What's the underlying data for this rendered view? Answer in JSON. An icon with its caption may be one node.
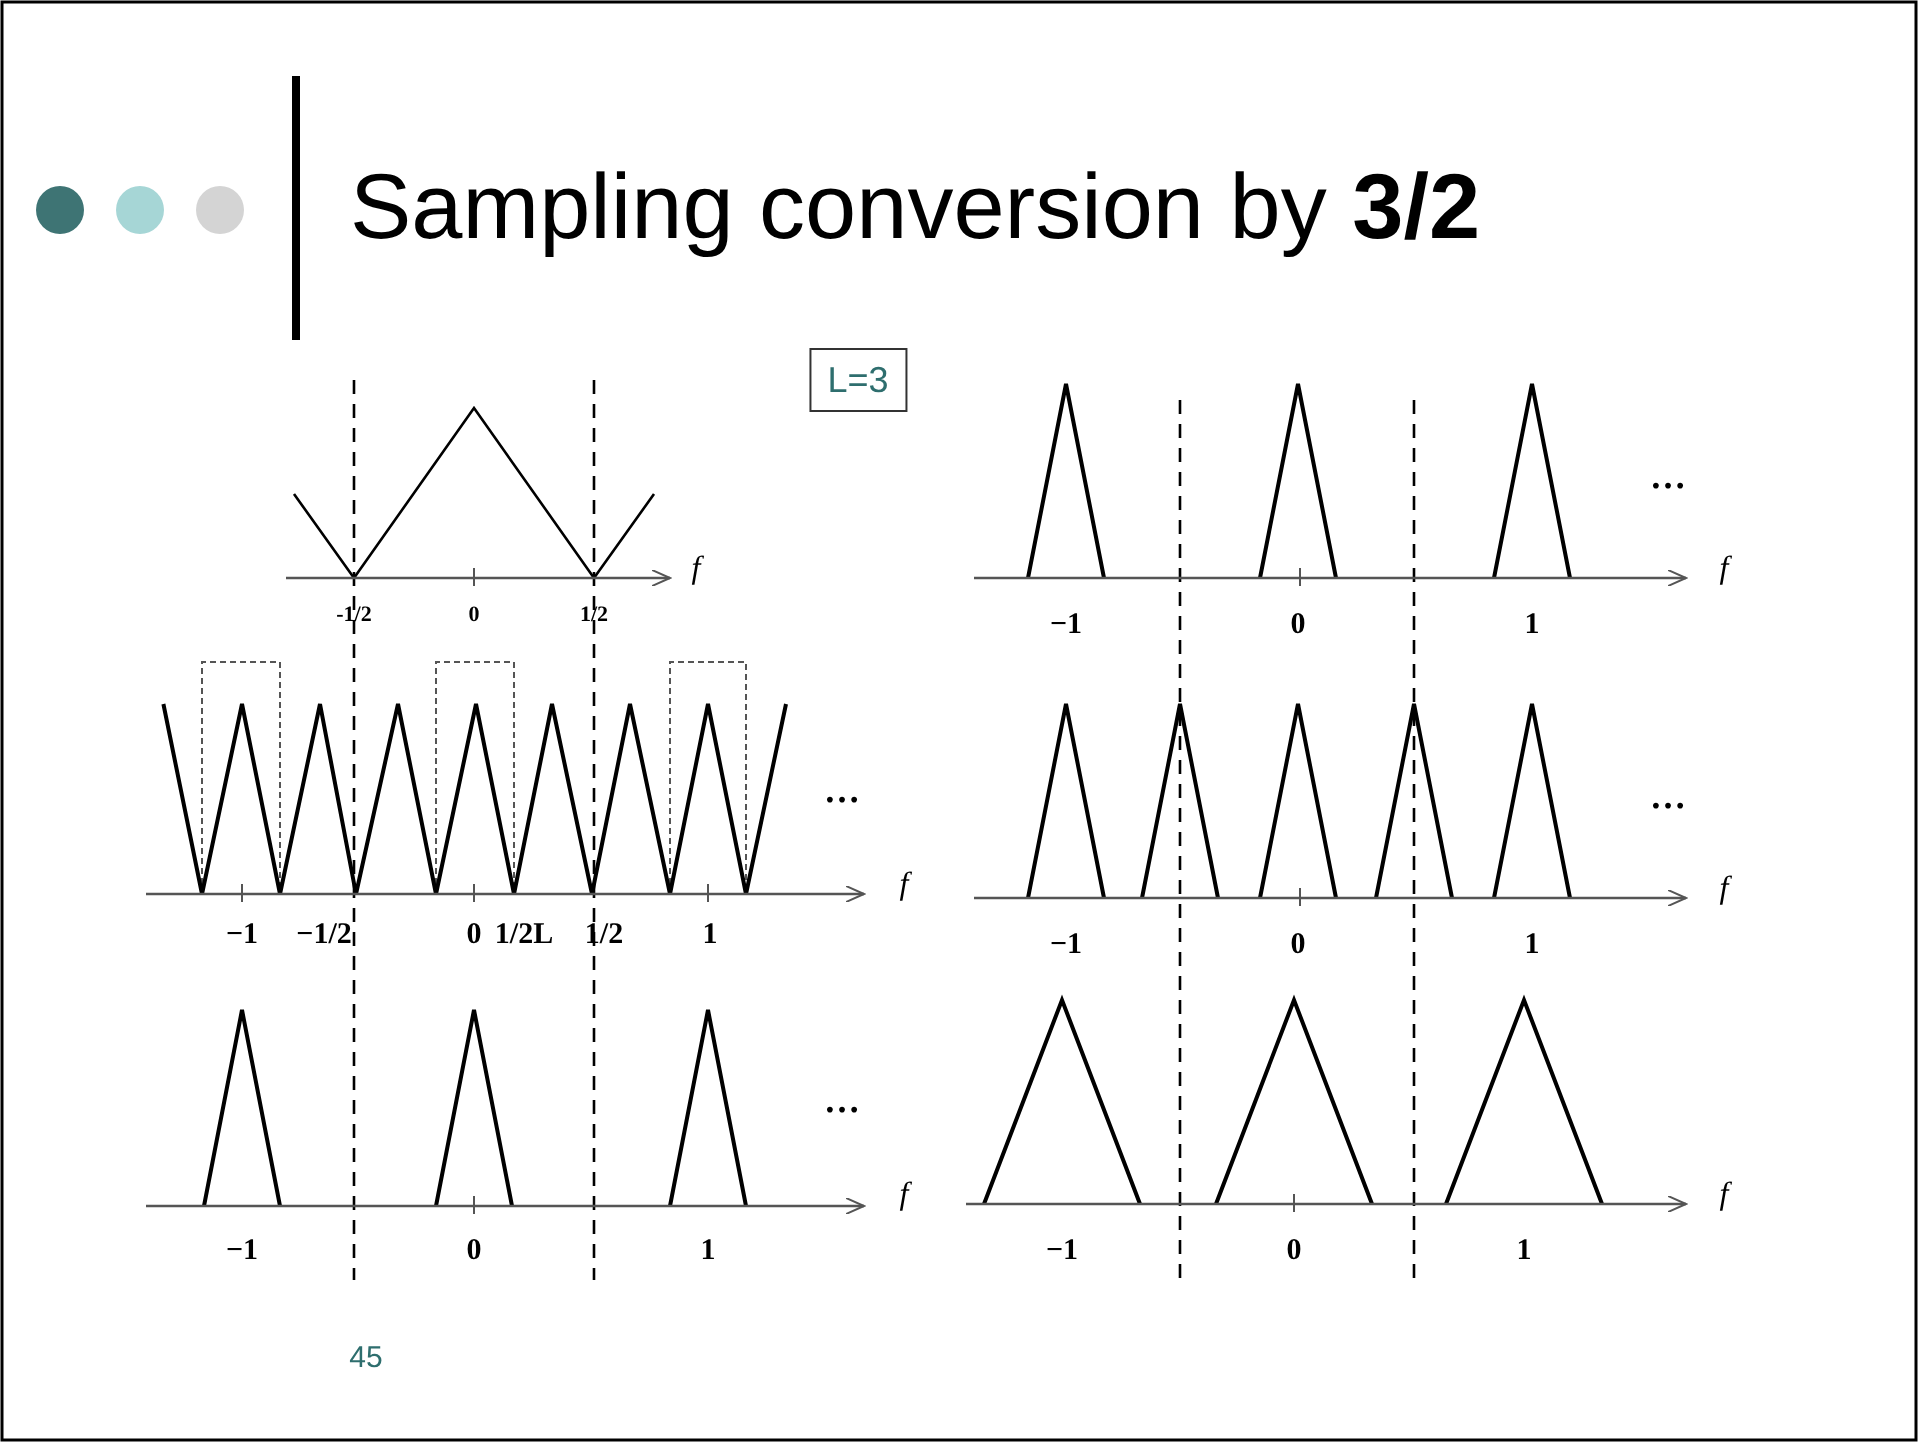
{
  "diagram": {
    "title": "Sampling conversion by **3/2**",
    "labels": [
      "L=3",
      "f",
      "-1/2",
      "0",
      "1/2",
      "…",
      "f",
      "−1",
      "−1/2",
      "0",
      "1/2L",
      "1/2",
      "1",
      "…",
      "f",
      "−1",
      "0",
      "1",
      "…",
      "f",
      "−1",
      "0",
      "1",
      "…",
      "f",
      "−1",
      "0",
      "1",
      "f",
      "−1",
      "0",
      "1",
      "45"
    ]
  }
}
